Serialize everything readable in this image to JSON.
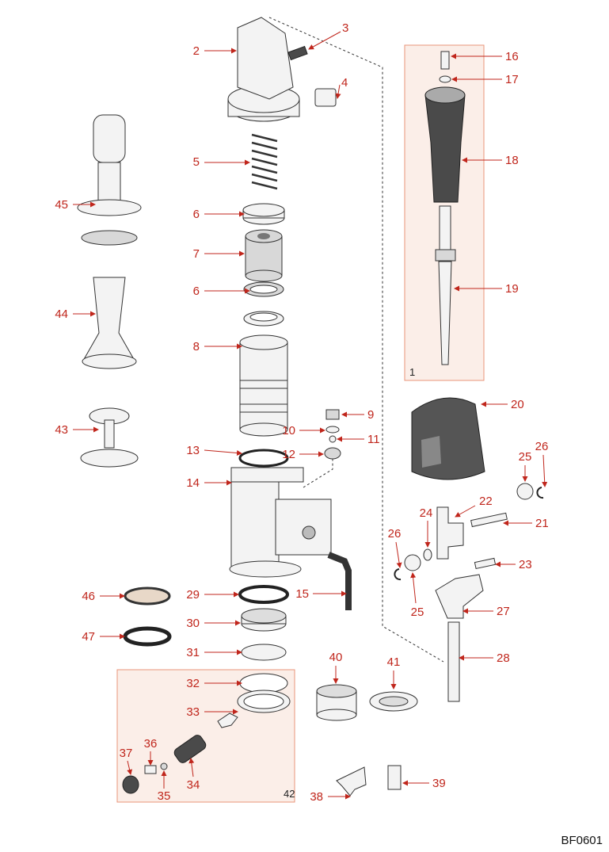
{
  "diagram": {
    "drawing_code": "BF0601",
    "group_labels": [
      "1",
      "42"
    ],
    "callouts": [
      "2",
      "3",
      "4",
      "5",
      "6",
      "7",
      "6",
      "8",
      "9",
      "10",
      "11",
      "12",
      "13",
      "14",
      "15",
      "16",
      "17",
      "18",
      "19",
      "20",
      "21",
      "22",
      "23",
      "24",
      "25",
      "26",
      "26",
      "25",
      "27",
      "28",
      "29",
      "30",
      "31",
      "46",
      "47",
      "32",
      "33",
      "34",
      "35",
      "36",
      "37",
      "40",
      "41",
      "38",
      "39",
      "43",
      "44",
      "45"
    ],
    "colors": {
      "callout": "#c0261c",
      "group_box_fill": "#fbeee8",
      "group_box_stroke": "#e8957a"
    }
  }
}
